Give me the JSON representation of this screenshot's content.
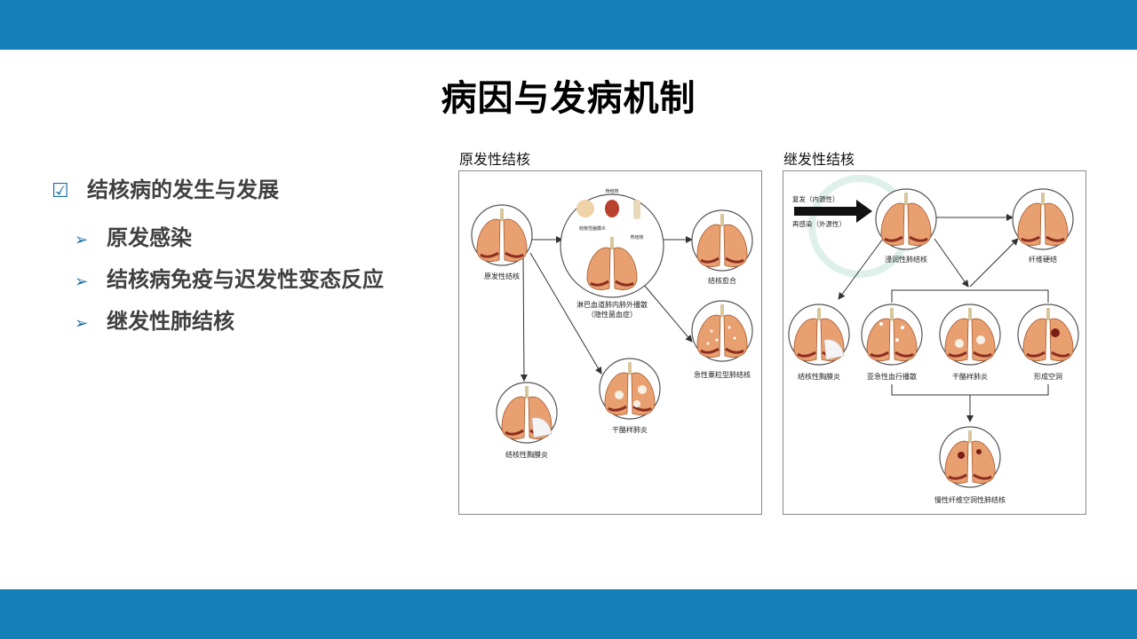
{
  "slide": {
    "title": "病因与发病机制",
    "main_bullet": "结核病的发生与发展",
    "sub_bullets": [
      "原发感染",
      "结核病免疫与迟发性变态反应",
      "继发性肺结核"
    ]
  },
  "left_panel": {
    "title": "原发性结核",
    "labels": {
      "primary": "原发性结核",
      "spread_line1": "淋巴血道肺内肺外播散",
      "spread_line2": "（隐性菌血症）",
      "heal": "结核愈合",
      "miliary": "急性粟粒型肺结核",
      "pleurisy": "结核性胸膜炎",
      "caseous": "干酪样肺炎",
      "organ_top": "骨结核",
      "organ_meninges": "结核性脑膜炎",
      "organ_spine": "脊结核"
    }
  },
  "right_panel": {
    "title": "继发性结核",
    "labels": {
      "relapse": "复发（内源性）",
      "reinfection": "再感染（外源性）",
      "infiltrative": "浸润性肺结核",
      "fibrosis": "纤维硬结",
      "pleurisy": "结核性胸膜炎",
      "subacute": "亚急性血行播散",
      "caseous": "干酪样肺炎",
      "cavity": "形成空洞",
      "chronic": "慢性纤维空洞性肺结核"
    }
  },
  "colors": {
    "band": "#157fb8",
    "accent": "#1a6fa8",
    "lung": "#e8a070",
    "lung_dark": "#c2703f",
    "trachea": "#d8c59a"
  }
}
